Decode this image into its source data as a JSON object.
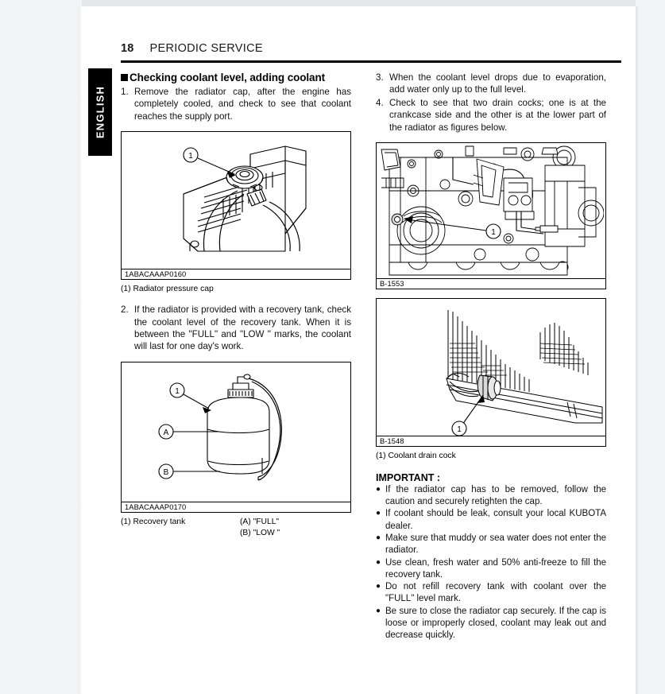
{
  "page": {
    "number": "18",
    "header_title": "PERIODIC SERVICE",
    "side_tab": "ENGLISH"
  },
  "left_column": {
    "section_heading": "Checking coolant level, adding coolant",
    "steps": [
      {
        "n": "1.",
        "text": "Remove the radiator cap, after the engine has completely cooled, and check to see that coolant reaches the supply port."
      },
      {
        "n": "2.",
        "text": "If the radiator is provided with a recovery tank, check the coolant level of the recovery tank. When it is between the \"FULL\" and \"LOW \" marks, the coolant will last for one day's work."
      }
    ],
    "figure1": {
      "id": "1ABACAAAP0160",
      "callouts": [
        "1"
      ],
      "caption": "(1) Radiator pressure cap"
    },
    "figure2": {
      "id": "1ABACAAAP0170",
      "callouts": [
        "1",
        "A",
        "B"
      ],
      "caption_left": "(1) Recovery tank",
      "caption_right_1": "(A) \"FULL\"",
      "caption_right_2": "(B) \"LOW \""
    }
  },
  "right_column": {
    "steps": [
      {
        "n": "3.",
        "text": "When the coolant level drops due to evaporation, add water only up to the full level."
      },
      {
        "n": "4.",
        "text": "Check to see that two drain cocks; one is at the crankcase side and the other is at the lower part of the radiator as figures below."
      }
    ],
    "figure3": {
      "id": "B-1553",
      "callouts": [
        "1"
      ]
    },
    "figure4": {
      "id": "B-1548",
      "callouts": [
        "1"
      ],
      "caption": "(1) Coolant drain cock"
    },
    "important": {
      "title": "IMPORTANT :",
      "bullet_glyph": "●",
      "items": [
        "If the radiator cap has to be removed, follow the caution and securely retighten the cap.",
        "If coolant should be leak, consult your local KUBOTA dealer.",
        "Make sure that muddy or sea water does not enter the radiator.",
        "Use clean, fresh water and 50% anti-freeze to fill the recovery tank.",
        "Do not refill recovery tank with coolant over the \"FULL\" level mark.",
        "Be sure to close the radiator cap securely. If the cap is loose or improperly closed, coolant may leak out and decrease quickly."
      ]
    }
  },
  "colors": {
    "page_background": "#ffffff",
    "app_background": "#f2f3f5",
    "text": "#111111",
    "tab_background": "#000000",
    "tab_text": "#ffffff"
  }
}
